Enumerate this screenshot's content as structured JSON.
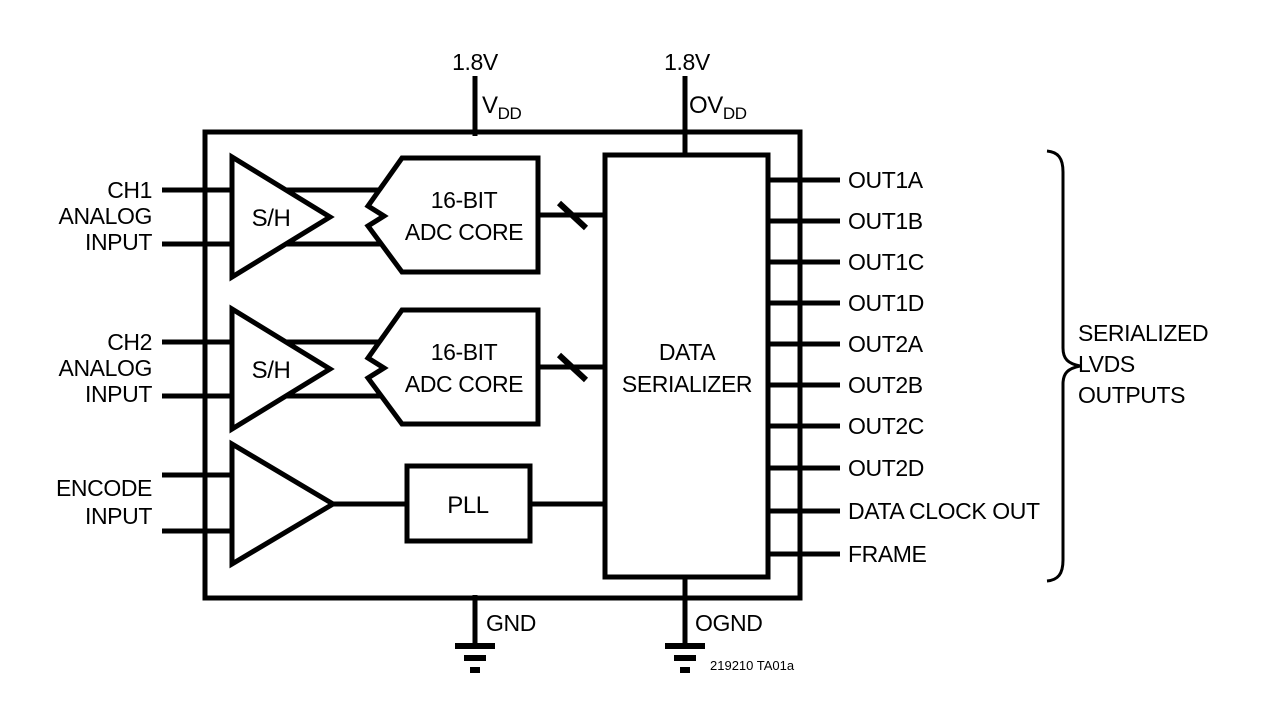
{
  "diagram": {
    "supply_pins": {
      "vdd": {
        "voltage": "1.8V",
        "label_main": "V",
        "label_sub": "DD"
      },
      "ovdd": {
        "voltage": "1.8V",
        "label_main": "OV",
        "label_sub": "DD"
      }
    },
    "ground_pins": {
      "gnd": "GND",
      "ognd": "OGND"
    },
    "inputs": {
      "ch1": [
        "CH1",
        "ANALOG",
        "INPUT"
      ],
      "ch2": [
        "CH2",
        "ANALOG",
        "INPUT"
      ],
      "encode": [
        "ENCODE",
        "INPUT"
      ]
    },
    "blocks": {
      "sh1": "S/H",
      "sh2": "S/H",
      "adc1": [
        "16-BIT",
        "ADC CORE"
      ],
      "adc2": [
        "16-BIT",
        "ADC CORE"
      ],
      "pll": "PLL",
      "serializer": [
        "DATA",
        "SERIALIZER"
      ]
    },
    "outputs": [
      "OUT1A",
      "OUT1B",
      "OUT1C",
      "OUT1D",
      "OUT2A",
      "OUT2B",
      "OUT2C",
      "OUT2D",
      "DATA CLOCK OUT",
      "FRAME"
    ],
    "outputs_group_label": [
      "SERIALIZED",
      "LVDS",
      "OUTPUTS"
    ],
    "figure_id": "219210 TA01a",
    "colors": {
      "line": "#000000",
      "background": "#ffffff",
      "text": "#000000"
    }
  }
}
